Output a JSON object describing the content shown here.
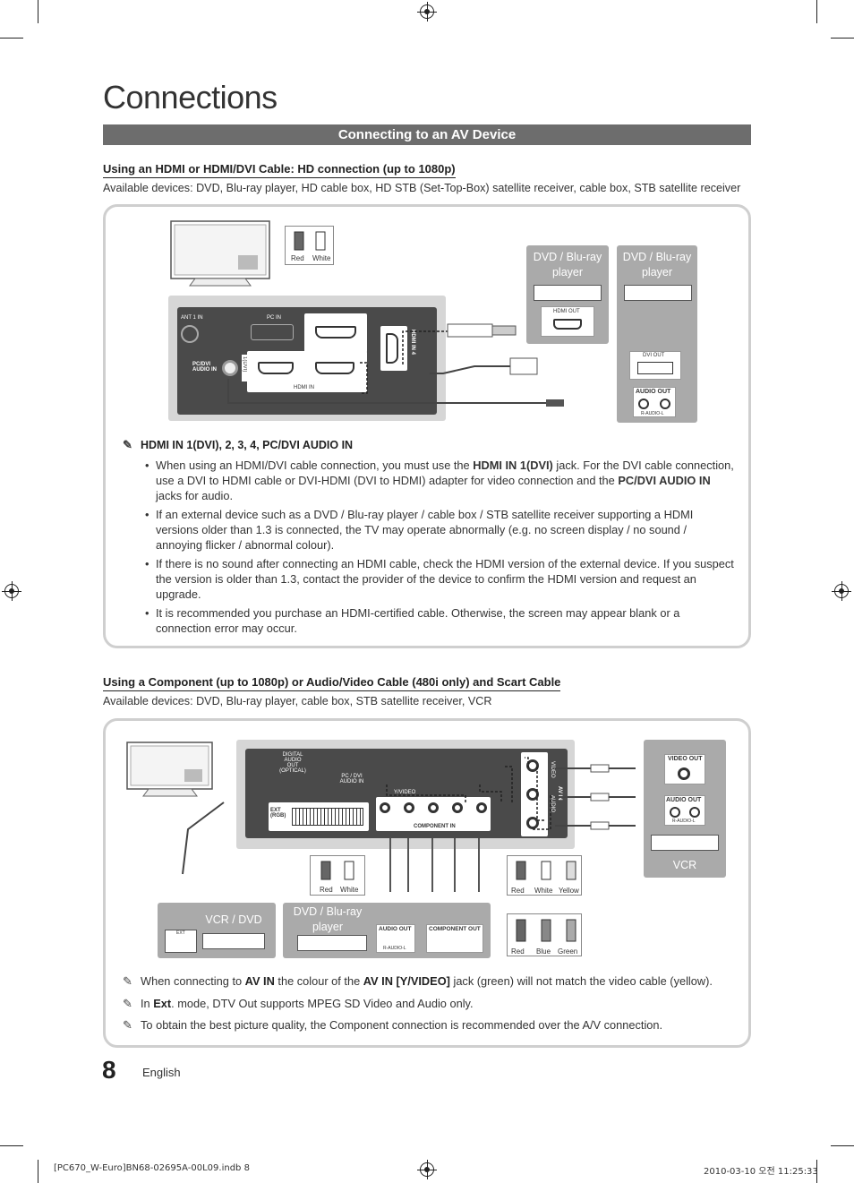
{
  "page": {
    "title": "Connections",
    "section": "Connecting to an AV Device",
    "page_number": "8",
    "language": "English"
  },
  "hdmi_section": {
    "heading": "Using an HDMI or HDMI/DVI Cable: HD connection (up to 1080p)",
    "available": "Available devices: DVD, Blu-ray player, HD cable box, HD STB (Set-Top-Box) satellite receiver, cable box, STB satellite receiver",
    "diagram": {
      "cable_colors": [
        "Red",
        "White"
      ],
      "device_hdmi": "DVD / Blu-ray player",
      "device_dvi": "DVD / Blu-ray player",
      "port_hdmi_out": "HDMI OUT",
      "port_dvi_out": "DVI OUT",
      "port_audio_out": "AUDIO OUT",
      "port_audio_rl": "R-AUDIO-L",
      "tv_hdmi_in": "HDMI IN",
      "tv_hdmi_in4": "HDMI IN 4",
      "tv_pc_in": "PC IN",
      "tv_pc_dvi_audio": "PC/DVI AUDIO IN",
      "tv_dvi": "1(DVI)",
      "tv_ant": "ANT 1 IN"
    },
    "note_heading": "HDMI IN 1(DVI), 2, 3, 4, PC/DVI AUDIO IN",
    "bullets": [
      {
        "pre": "When using an HDMI/DVI cable connection, you must use the ",
        "b1": "HDMI IN 1(DVI)",
        "mid": " jack. For the DVI cable connection, use a DVI to HDMI cable or DVI-HDMI (DVI to HDMI) adapter for video connection and the ",
        "b2": "PC/DVI AUDIO IN",
        "post": " jacks for audio."
      },
      {
        "text": "If an external device such as a DVD / Blu-ray player / cable box / STB satellite receiver supporting a HDMI versions older than 1.3 is connected, the TV may operate abnormally (e.g. no screen display / no sound / annoying flicker / abnormal colour)."
      },
      {
        "text": "If there is no sound after connecting an HDMI cable, check the HDMI version of the external device. If you suspect the version is older than 1.3, contact the provider of the device to confirm the HDMI version and request an upgrade."
      },
      {
        "text": "It is recommended you purchase an HDMI-certified cable. Otherwise, the screen may appear blank or a connection error may occur."
      }
    ]
  },
  "component_section": {
    "heading": "Using a Component (up to 1080p) or Audio/Video Cable (480i only) and Scart Cable",
    "available": "Available devices: DVD, Blu-ray player, cable box, STB satellite receiver, VCR",
    "diagram": {
      "device_vcr": "VCR",
      "device_vcr_dvd": "VCR / DVD",
      "device_dvd": "DVD / Blu-ray player",
      "port_video_out": "VIDEO OUT",
      "port_audio_out": "AUDIO OUT",
      "port_audio_rl": "R-AUDIO-L",
      "port_component_out": "COMPONENT OUT",
      "port_ext": "EXT",
      "tv_ext": "EXT (RGB)",
      "tv_component_in": "COMPONENT IN",
      "tv_av_in": "AV IN",
      "tv_video": "VIDEO",
      "tv_audio": "AUDIO",
      "tv_digital_audio": "DIGITAL AUDIO OUT (OPTICAL)",
      "tv_pc_dvi_audio": "PC / DVI AUDIO IN",
      "tv_y_video": "Y/VIDEO",
      "cable_set_1": [
        "Red",
        "White"
      ],
      "cable_set_2": [
        "Red",
        "White",
        "Yellow"
      ],
      "cable_set_3": [
        "Red",
        "Blue",
        "Green"
      ]
    },
    "notes": [
      {
        "pre": "When connecting to ",
        "b1": "AV IN",
        "mid": " the colour of the ",
        "b2": "AV IN [Y/VIDEO]",
        "post": " jack (green) will not  match the video cable (yellow)."
      },
      {
        "pre": "In ",
        "b1": "Ext",
        "post": ". mode, DTV Out supports MPEG SD Video and Audio only."
      },
      {
        "text": "To obtain the best picture quality, the Component connection is recommended over the A/V connection."
      }
    ]
  },
  "footer": {
    "file": "[PC670_W-Euro]BN68-02695A-00L09.indb   8",
    "timestamp": "2010-03-10   오전 11:25:33"
  }
}
